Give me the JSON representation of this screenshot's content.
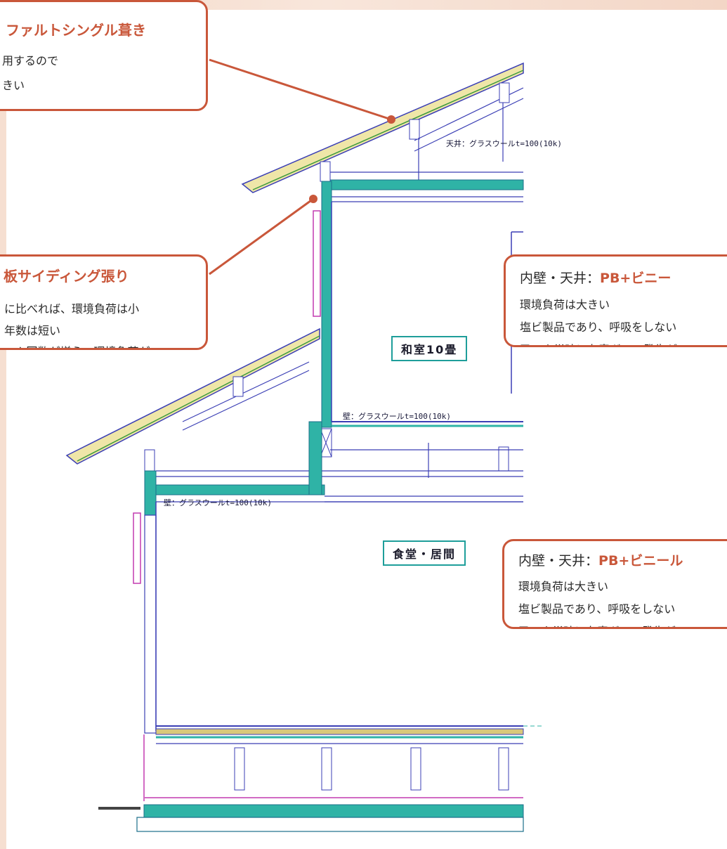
{
  "callouts": {
    "roof": {
      "title": "ファルトシングル葺き",
      "lines": [
        "用するので",
        "きい"
      ]
    },
    "wall": {
      "title": "板サイディング張り",
      "lines": [
        "に比べれば、環境負荷は小",
        "年数は短い",
        "ーム回数が増え、環境負荷が"
      ]
    },
    "interior_upper": {
      "title_prefix": "内壁・天井：",
      "title_accent": "PB+ビニー",
      "lines": [
        "環境負荷は大きい",
        "塩ビ製品であり、呼吸をしない",
        "又、火災時に有毒ガスの発生が"
      ]
    },
    "interior_lower": {
      "title_prefix": "内壁・天井：",
      "title_accent": "PB+ビニール",
      "lines": [
        "環境負荷は大きい",
        "塩ビ製品であり、呼吸をしない",
        "又、火災時に有毒ガスの発生が"
      ]
    }
  },
  "rooms": {
    "upper": "和室10畳",
    "lower": "食堂・居間"
  },
  "annotations": {
    "ceiling": "天井：グラスウールt=100(10k)",
    "wall_upper": "壁：グラスウールt=100(10k)",
    "wall_lower": "壁：グラスウールt=100(10k)"
  },
  "colors": {
    "accent": "#c9573a",
    "drawing_line": "#3b3fb5",
    "insulation": "#2fb3a6",
    "roofing": "#d8c87a",
    "room_label_border": "#1e9e9a"
  }
}
